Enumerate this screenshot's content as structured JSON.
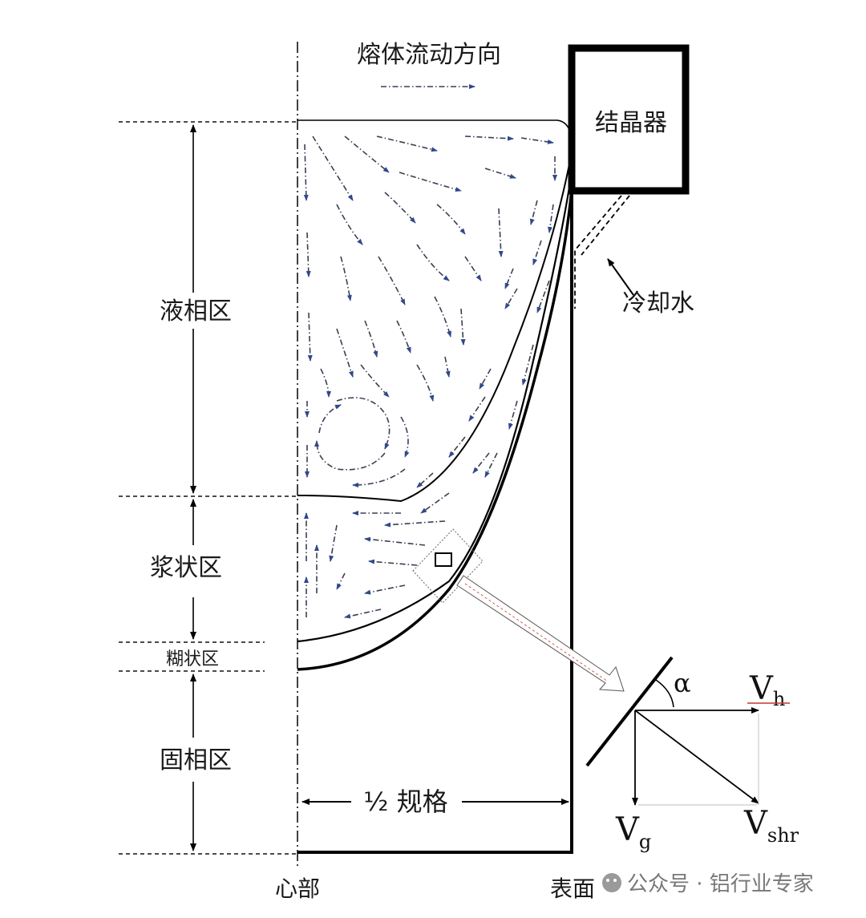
{
  "labels": {
    "flow_direction": "熔体流动方向",
    "crystallizer": "结晶器",
    "cooling_water": "冷却水",
    "liquid_zone": "液相区",
    "slurry_zone": "浆状区",
    "mushy_zone": "糊状区",
    "solid_zone": "固相区",
    "half_spec": "½ 规格",
    "center": "心部",
    "surface": "表面"
  },
  "vectors": {
    "alpha": "α",
    "vh_base": "V",
    "vh_sub": "h",
    "vg_base": "V",
    "vg_sub": "g",
    "vshr_base": "V",
    "vshr_sub": "shr"
  },
  "watermark": {
    "text": "公众号 · 铝行业专家"
  },
  "colors": {
    "ink": "#000000",
    "flow_arrow": "#2f4a8a",
    "accent_red": "#c0392b"
  }
}
